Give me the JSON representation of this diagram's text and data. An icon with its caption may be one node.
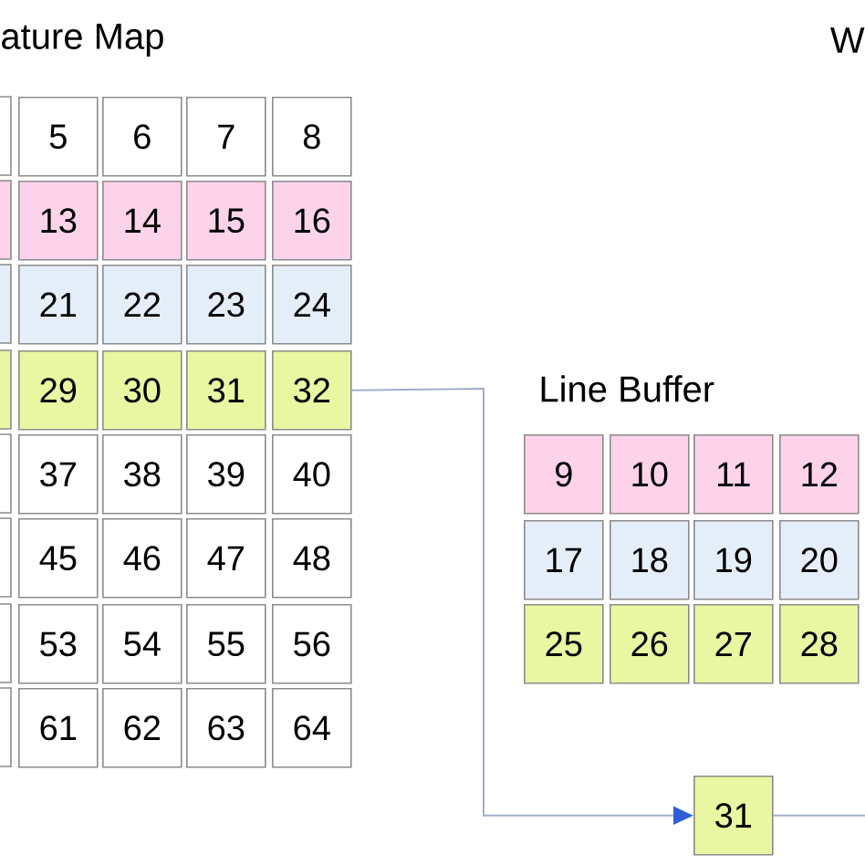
{
  "diagram": {
    "nodes": [
      {
        "text": [
          "5"
        ]
      },
      {
        "text": [
          "6"
        ]
      },
      {
        "text": [
          "7"
        ]
      },
      {
        "text": [
          "8"
        ]
      },
      {
        "text": [
          "13"
        ]
      },
      {
        "text": [
          "14"
        ]
      },
      {
        "text": [
          "15"
        ]
      },
      {
        "text": [
          "16"
        ]
      },
      {
        "text": [
          "21"
        ]
      },
      {
        "text": [
          "22"
        ]
      },
      {
        "text": [
          "23"
        ]
      },
      {
        "text": [
          "24"
        ]
      },
      {
        "text": [
          "29"
        ]
      },
      {
        "text": [
          "30"
        ]
      },
      {
        "text": [
          "31"
        ]
      },
      {
        "text": [
          "32"
        ]
      },
      {
        "text": [
          "37"
        ]
      },
      {
        "text": [
          "38"
        ]
      },
      {
        "text": [
          "39"
        ]
      },
      {
        "text": [
          "40"
        ]
      },
      {
        "text": [
          "45"
        ]
      },
      {
        "text": [
          "46"
        ]
      },
      {
        "text": [
          "47"
        ]
      },
      {
        "text": [
          "48"
        ]
      },
      {
        "text": [
          "53"
        ]
      },
      {
        "text": [
          "54"
        ]
      },
      {
        "text": [
          "55"
        ]
      },
      {
        "text": [
          "56"
        ]
      },
      {
        "text": [
          "61"
        ]
      },
      {
        "text": [
          "62"
        ]
      },
      {
        "text": [
          "63"
        ]
      },
      {
        "text": [
          "64"
        ]
      },
      {
        "text": [
          "9"
        ]
      },
      {
        "text": [
          "10"
        ]
      },
      {
        "text": [
          "11"
        ]
      },
      {
        "text": [
          "12"
        ]
      },
      {
        "text": [
          "17"
        ]
      },
      {
        "text": [
          "18"
        ]
      },
      {
        "text": [
          "19"
        ]
      },
      {
        "text": [
          "20"
        ]
      },
      {
        "text": [
          "25"
        ]
      },
      {
        "text": [
          "26"
        ]
      },
      {
        "text": [
          "27"
        ]
      },
      {
        "text": [
          "28"
        ]
      },
      {
        "text": [
          "31"
        ]
      }
    ],
    "edges": [
      {
        "from": 15,
        "to": 44,
        "arrow": "to"
      },
      {
        "from": 44,
        "to": null,
        "arrow": "none"
      }
    ],
    "labels": [
      "ature Map",
      "W",
      "Line Buffer"
    ]
  }
}
